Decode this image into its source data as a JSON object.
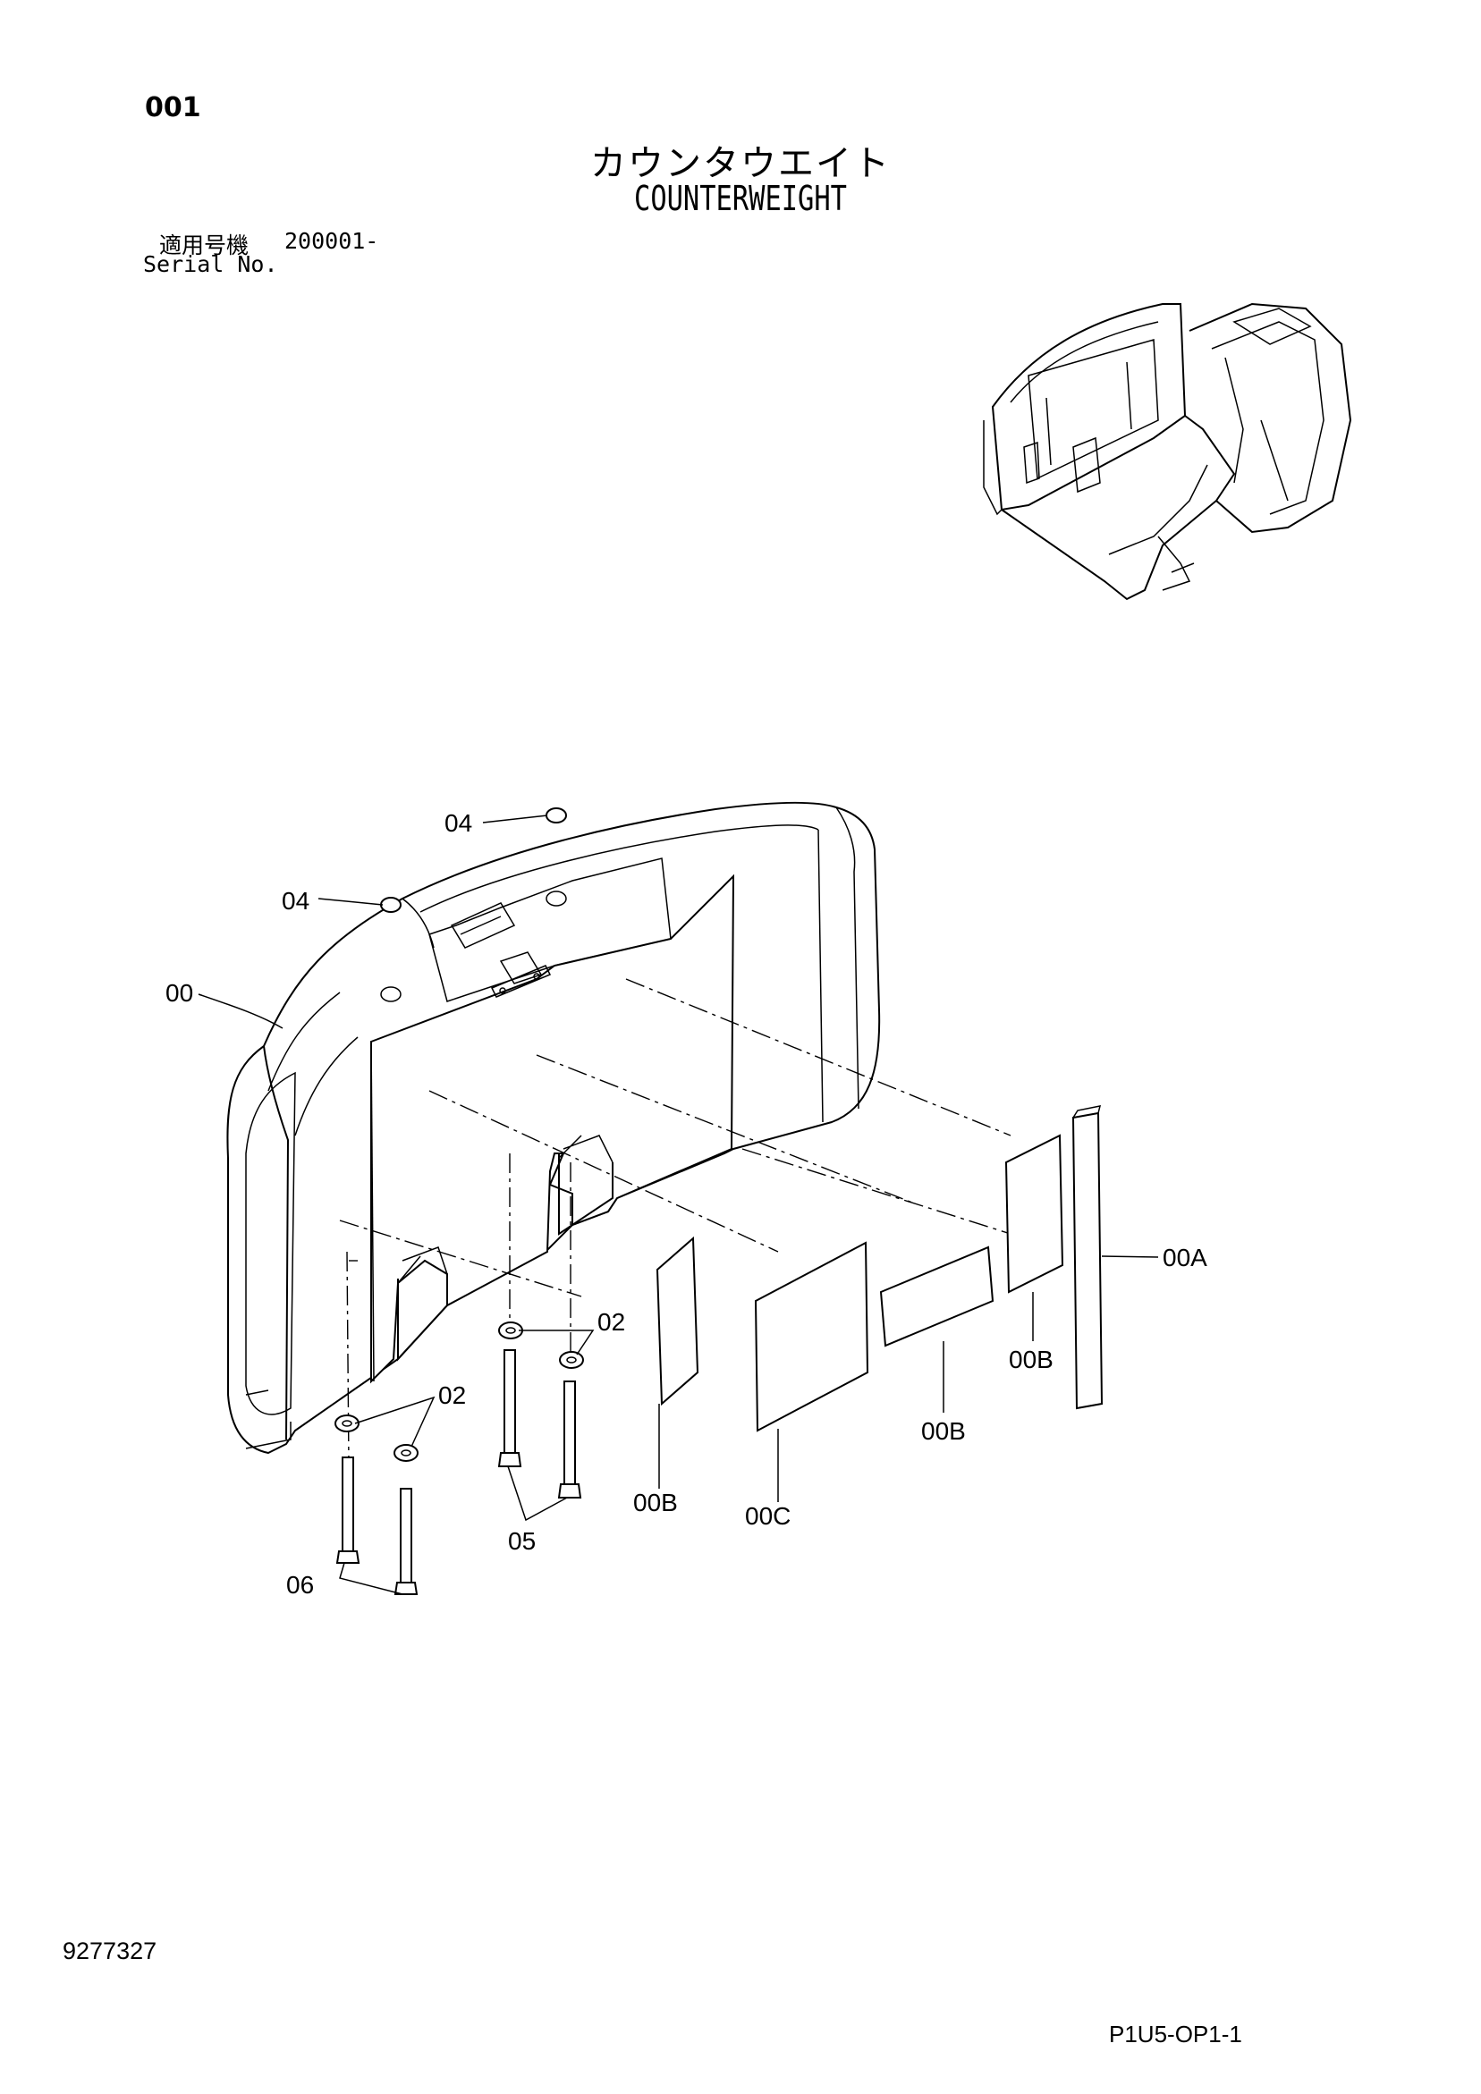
{
  "header": {
    "page_number": "001",
    "title_jp": "カウンタウエイト",
    "title_en": "COUNTERWEIGHT",
    "serial_label_jp": "適用号機",
    "serial_value": "200001-",
    "serial_label_en": "Serial No."
  },
  "callouts": {
    "c04a": "04",
    "c04b": "04",
    "c00": "00",
    "c00A": "00A",
    "c02a": "02",
    "c02b": "02",
    "c00B_a": "00B",
    "c00B_b": "00B",
    "c00B_c": "00B",
    "c00C": "00C",
    "c05": "05",
    "c06": "06"
  },
  "footer": {
    "document_number": "9277327",
    "page_code": "P1U5-OP1-1"
  }
}
